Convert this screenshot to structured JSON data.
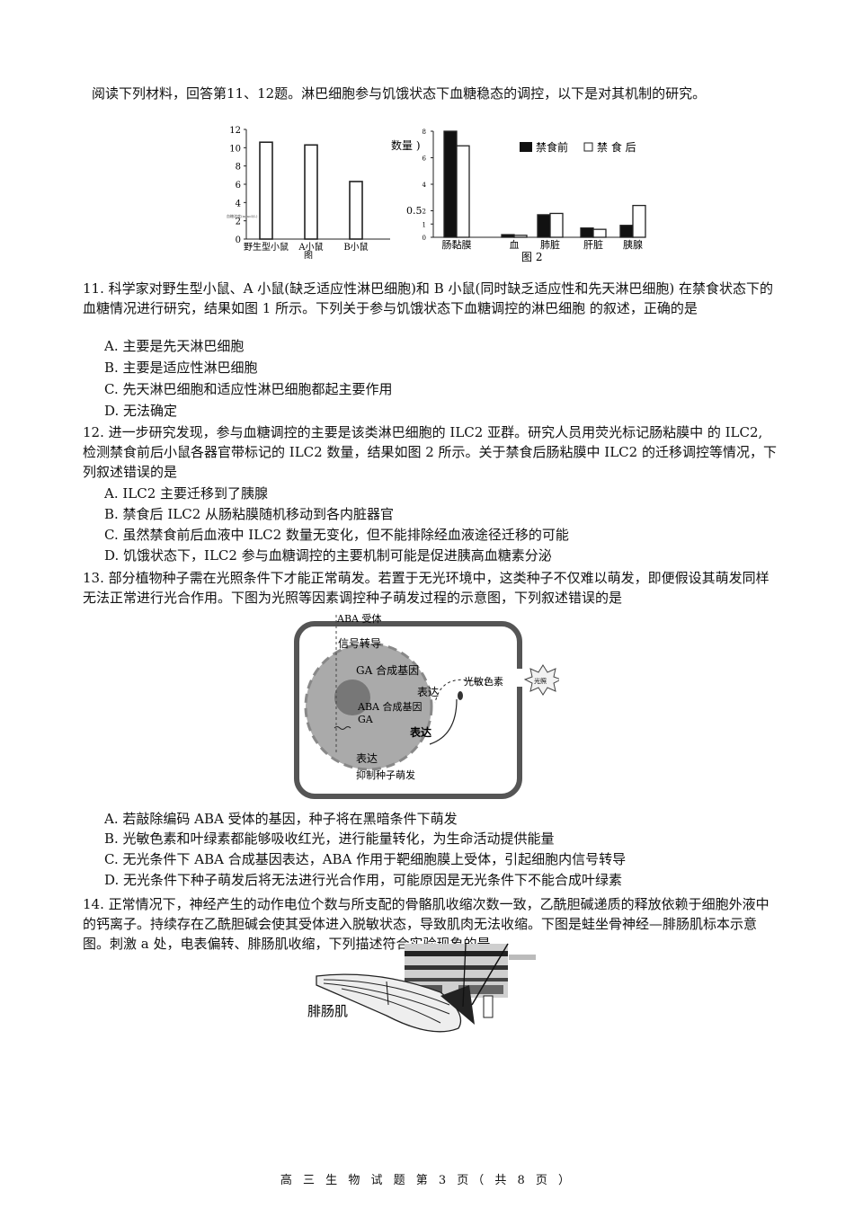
{
  "intro": "阅读下列材料，回答第11、12题。淋巴细胞参与饥饿状态下血糖稳态的调控，以下是对其机制的研究。",
  "chart_data": [
    {
      "type": "bar",
      "categories": [
        "野生型小鼠",
        "A小鼠",
        "B小鼠"
      ],
      "values": [
        10.6,
        10.3,
        6.3
      ],
      "ylim": [
        0,
        12
      ],
      "yticks": [
        "0",
        "2",
        "4",
        "6",
        "8",
        "10",
        "12"
      ],
      "ylabel": "血糖浓度(mmol/L)",
      "caption": "图"
    },
    {
      "type": "bar",
      "categories": [
        "肠黏膜",
        "血",
        "肺脏",
        "肝脏",
        "胰腺"
      ],
      "series": [
        {
          "name": "禁食前",
          "values": [
            8.0,
            0.2,
            1.7,
            0.7,
            0.9
          ]
        },
        {
          "name": "禁 食 后",
          "values": [
            6.9,
            0.15,
            1.8,
            0.6,
            2.4
          ]
        }
      ],
      "ylim": [
        0,
        8
      ],
      "yticks": [
        "0",
        "1",
        "2",
        "4",
        "6",
        "8"
      ],
      "ylabel": "数量 )",
      "ylabel_frag": "0.5",
      "caption": "图 2"
    }
  ],
  "q11": {
    "stem": "11.  科学家对野生型小鼠、A 小鼠(缺乏适应性淋巴细胞)和  B 小鼠(同时缺乏适应性和先天淋巴细胞) 在禁食状态下的血糖情况进行研究，结果如图 1 所示。下列关于参与饥饿状态下血糖调控的淋巴细胞   的叙述，正确的是",
    "options": [
      "A. 主要是先天淋巴细胞",
      "B.  主要是适应性淋巴细胞",
      "C.  先天淋巴细胞和适应性淋巴细胞都起主要作用",
      "D.  无法确定"
    ]
  },
  "q12": {
    "stem": "12.  进一步研究发现，参与血糖调控的主要是该类淋巴细胞的 ILC2 亚群。研究人员用荧光标记肠粘膜中  的  ILC2,  检测禁食前后小鼠各器官带标记的 ILC2 数量，结果如图 2 所示。关于禁食后肠粘膜中 ILC2 的迁移调控等情况，下列叙述错误的是",
    "options": [
      "A. ILC2   主要迁移到了胰腺",
      "B.  禁食后 ILC2 从肠粘膜随机移动到各内脏器官",
      "C.  虽然禁食前后血液中 ILC2  数量无变化，但不能排除经血液途径迁移的可能",
      "D.  饥饿状态下，ILC2 参与血糖调控的主要机制可能是促进胰高血糖素分泌"
    ]
  },
  "q13": {
    "stem": "13.  部分植物种子需在光照条件下才能正常萌发。若置于无光环境中，这类种子不仅难以萌发，即便假设其萌发同样无法正常进行光合作用。下图为光照等因素调控种子萌发过程的示意图，下列叙述错误的是",
    "diagram": {
      "aba_receptor": "ABA 受体",
      "signal": "信号转导",
      "ga_gene": "GA 合成基因",
      "phytochrome": "光敏色素",
      "light": "光照",
      "express1": "表达",
      "aba_gene": "ABA 合成基因",
      "ga": "GA",
      "express2": "表达",
      "express3": "表达",
      "inhibit": "抑制种子萌发"
    },
    "options": [
      "A.  若敲除编码 ABA 受体的基因，种子将在黑暗条件下萌发",
      "B.  光敏色素和叶绿素都能够吸收红光，进行能量转化，为生命活动提供能量",
      "C.  无光条件下 ABA   合成基因表达，ABA   作用于靶细胞膜上受体，引起细胞内信号转导",
      "D.  无光条件下种子萌发后将无法进行光合作用，可能原因是无光条件下不能合成叶绿素"
    ]
  },
  "q14": {
    "stem": "14.  正常情况下，神经产生的动作电位个数与所支配的骨骼肌收缩次数一致，乙酰胆碱递质的释放依赖于细胞外液中的钙离子。持续存在乙酰胆碱会使其受体进入脱敏状态，导致肌肉无法收缩。下图是蛙坐骨神经—腓肠肌标本示意图。刺激 a  处，电表偏转、腓肠肌收缩，下列描述符合实验现象的是",
    "muscle_label": "腓肠肌"
  },
  "footer": "高 三 生 物 试 题 第 3 页（ 共 8 页 ）"
}
